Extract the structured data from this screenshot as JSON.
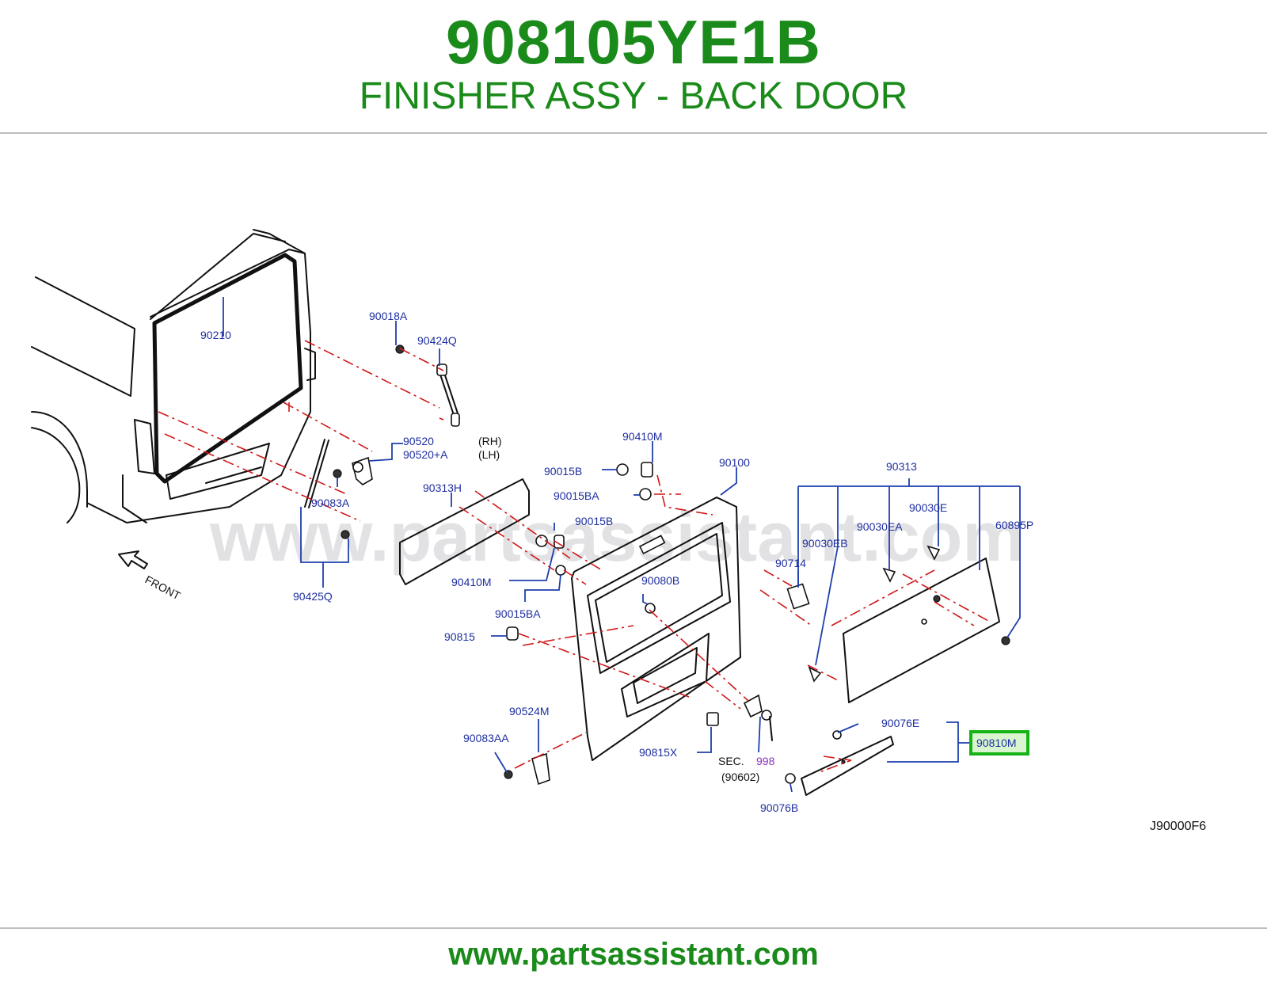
{
  "header": {
    "part_number": "908105YE1B",
    "part_name": "FINISHER ASSY - BACK DOOR"
  },
  "watermark": "www.partsassistant.com",
  "footer": {
    "url": "www.partsassistant.com"
  },
  "diagram": {
    "code": "J90000F6",
    "front_label": "FRONT",
    "labels": {
      "p90210": "90210",
      "p90018A": "90018A",
      "p90424Q": "90424Q",
      "p90520": "90520",
      "p90520A": "90520+A",
      "rh": "(RH)",
      "lh": "(LH)",
      "p90083A": "90083A",
      "p90425Q": "90425Q",
      "p90313H": "90313H",
      "p90410M_top": "90410M",
      "p90015B_top": "90015B",
      "p90015BA_top": "90015BA",
      "p90015B_mid": "90015B",
      "p90410M_mid": "90410M",
      "p90015BA_mid": "90015BA",
      "p90815": "90815",
      "p90100": "90100",
      "p90080B": "90080B",
      "p90524M": "90524M",
      "p90083AA": "90083AA",
      "p90815X": "90815X",
      "sec": "SEC.",
      "sec_num": "998",
      "sec_ref": "(90602)",
      "p90313": "90313",
      "p90030E": "90030E",
      "p90030EA": "90030EA",
      "p90030EB": "90030EB",
      "p60895P": "60895P",
      "p90714": "90714",
      "p90076E": "90076E",
      "p90076B": "90076B",
      "p90810M": "90810M"
    },
    "highlighted_part": "90810M",
    "colors": {
      "title_green": "#1a8a1a",
      "label_blue": "#1f2fa0",
      "dash_red": "#d01818",
      "highlight_green": "#16b316",
      "sec_purple": "#8a2fc0"
    }
  }
}
